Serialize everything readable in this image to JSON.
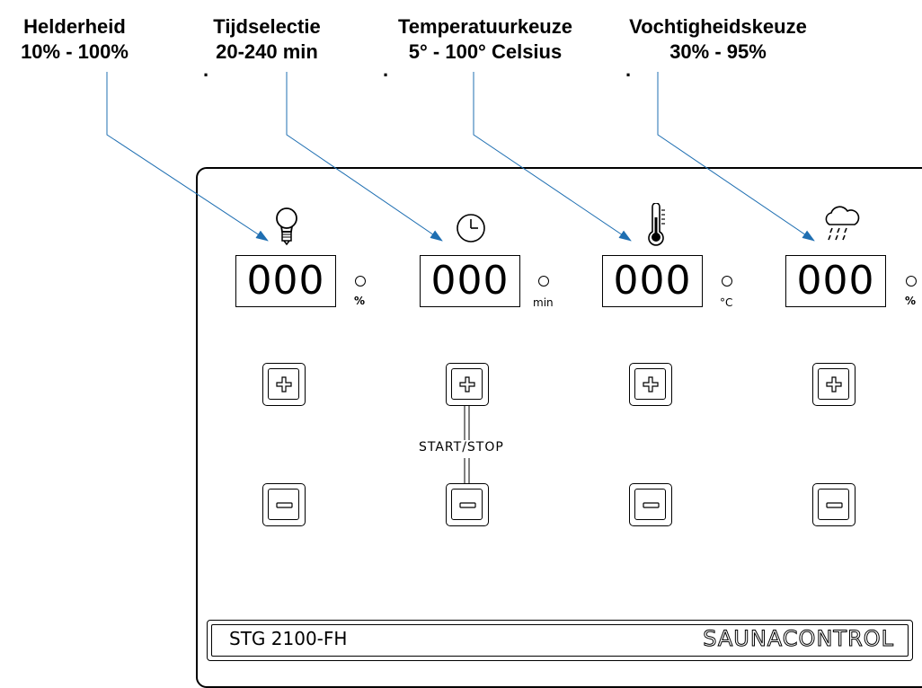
{
  "callouts": [
    {
      "title": "Helderheid",
      "range": "10% - 100%"
    },
    {
      "title": "Tijdselectie",
      "range": "20-240 min"
    },
    {
      "title": "Temperatuurkeuze",
      "range": "5° - 100° Celsius"
    },
    {
      "title": "Vochtigheidskeuze",
      "range": "30% - 95%"
    }
  ],
  "callout_dot": ".",
  "controls": [
    {
      "icon": "bulb-icon",
      "value": "000",
      "unit": "%"
    },
    {
      "icon": "clock-icon",
      "value": "000",
      "unit": "min"
    },
    {
      "icon": "thermometer-icon",
      "value": "000",
      "unit": "°C"
    },
    {
      "icon": "rain-cloud-icon",
      "value": "000",
      "unit": "%"
    }
  ],
  "start_stop_label": "START/STOP",
  "nameplate": {
    "model": "STG 2100-FH",
    "brand": "SAUNACONTROL"
  },
  "colors": {
    "leader_line": "#1f6fb2",
    "outline": "#000000"
  }
}
